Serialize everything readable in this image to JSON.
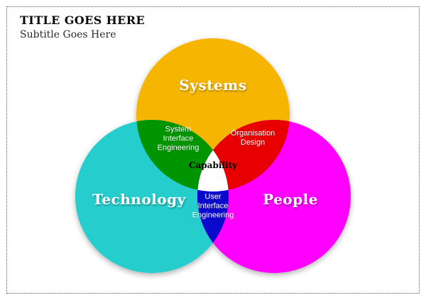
{
  "header": {
    "title": "TITLE GOES HERE",
    "subtitle": "Subtitle Goes Here"
  },
  "diagram": {
    "circles": [
      {
        "id": "systems",
        "label": "Systems",
        "color": "#F5B500"
      },
      {
        "id": "technology",
        "label": "Technology",
        "color": "#27CDCD"
      },
      {
        "id": "people",
        "label": "People",
        "color": "#FF00FF"
      }
    ],
    "overlaps": {
      "systems_technology": {
        "label": "System\nInterface\nEngineering",
        "color": "#009400"
      },
      "systems_people": {
        "label": "Organisation\nDesign",
        "color": "#E80000"
      },
      "technology_people": {
        "label": "User\nInterface\nEngineering",
        "color": "#0A0ACD"
      },
      "center": {
        "label": "Capability",
        "color": "#FFFFFF"
      }
    }
  }
}
